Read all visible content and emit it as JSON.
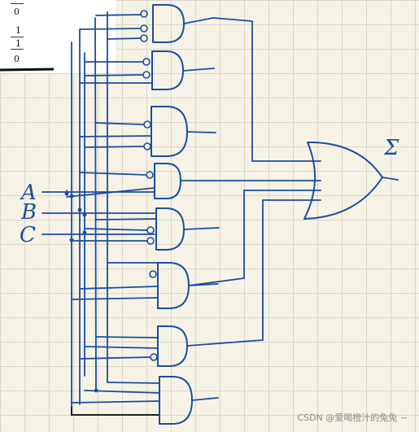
{
  "truth_table_fragment": {
    "rows": [
      "0",
      "1",
      "1",
      "0"
    ]
  },
  "inputs": [
    {
      "label": "A"
    },
    {
      "label": "B"
    },
    {
      "label": "C"
    }
  ],
  "output": {
    "label": "Σ"
  },
  "gates": {
    "and_count": 8,
    "or_count": 1
  },
  "colors": {
    "ink": "#1b4d9e",
    "paper": "#f6f3e6",
    "grid": "#d9d6c8"
  },
  "watermark": "CSDN @爱喝橙汁的兔兔 ~"
}
